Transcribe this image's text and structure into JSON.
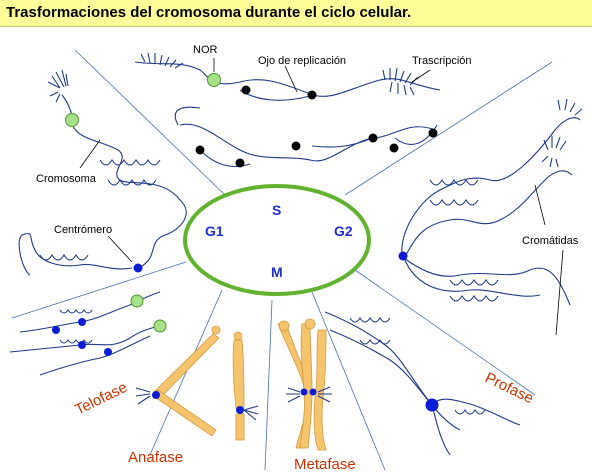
{
  "title": "Trasformaciones del cromosoma durante el ciclo celular.",
  "labels": {
    "nor": "NOR",
    "ojo": "Ojo de replicación",
    "trascripcion": "Trascripción",
    "cromosoma": "Cromosoma",
    "centromero": "Centrómero",
    "cromatidas": "Cromátidas"
  },
  "cycle": {
    "s": "S",
    "g1": "G1",
    "g2": "G2",
    "m": "M"
  },
  "phases": {
    "telofase": "Telofase",
    "anafase": "Anafase",
    "metafase": "Metafase",
    "profase": "Profase"
  },
  "colors": {
    "title_bg": "#ffff99",
    "ring": "#5fb32f",
    "chromatin": "#1f3a8a",
    "centromere": "#0a1cd6",
    "nor_green": "#a8e08a",
    "chromosome_orange": "#f7c46e",
    "phase_text": "#cc3300",
    "cycle_text": "#1f2fd0"
  }
}
